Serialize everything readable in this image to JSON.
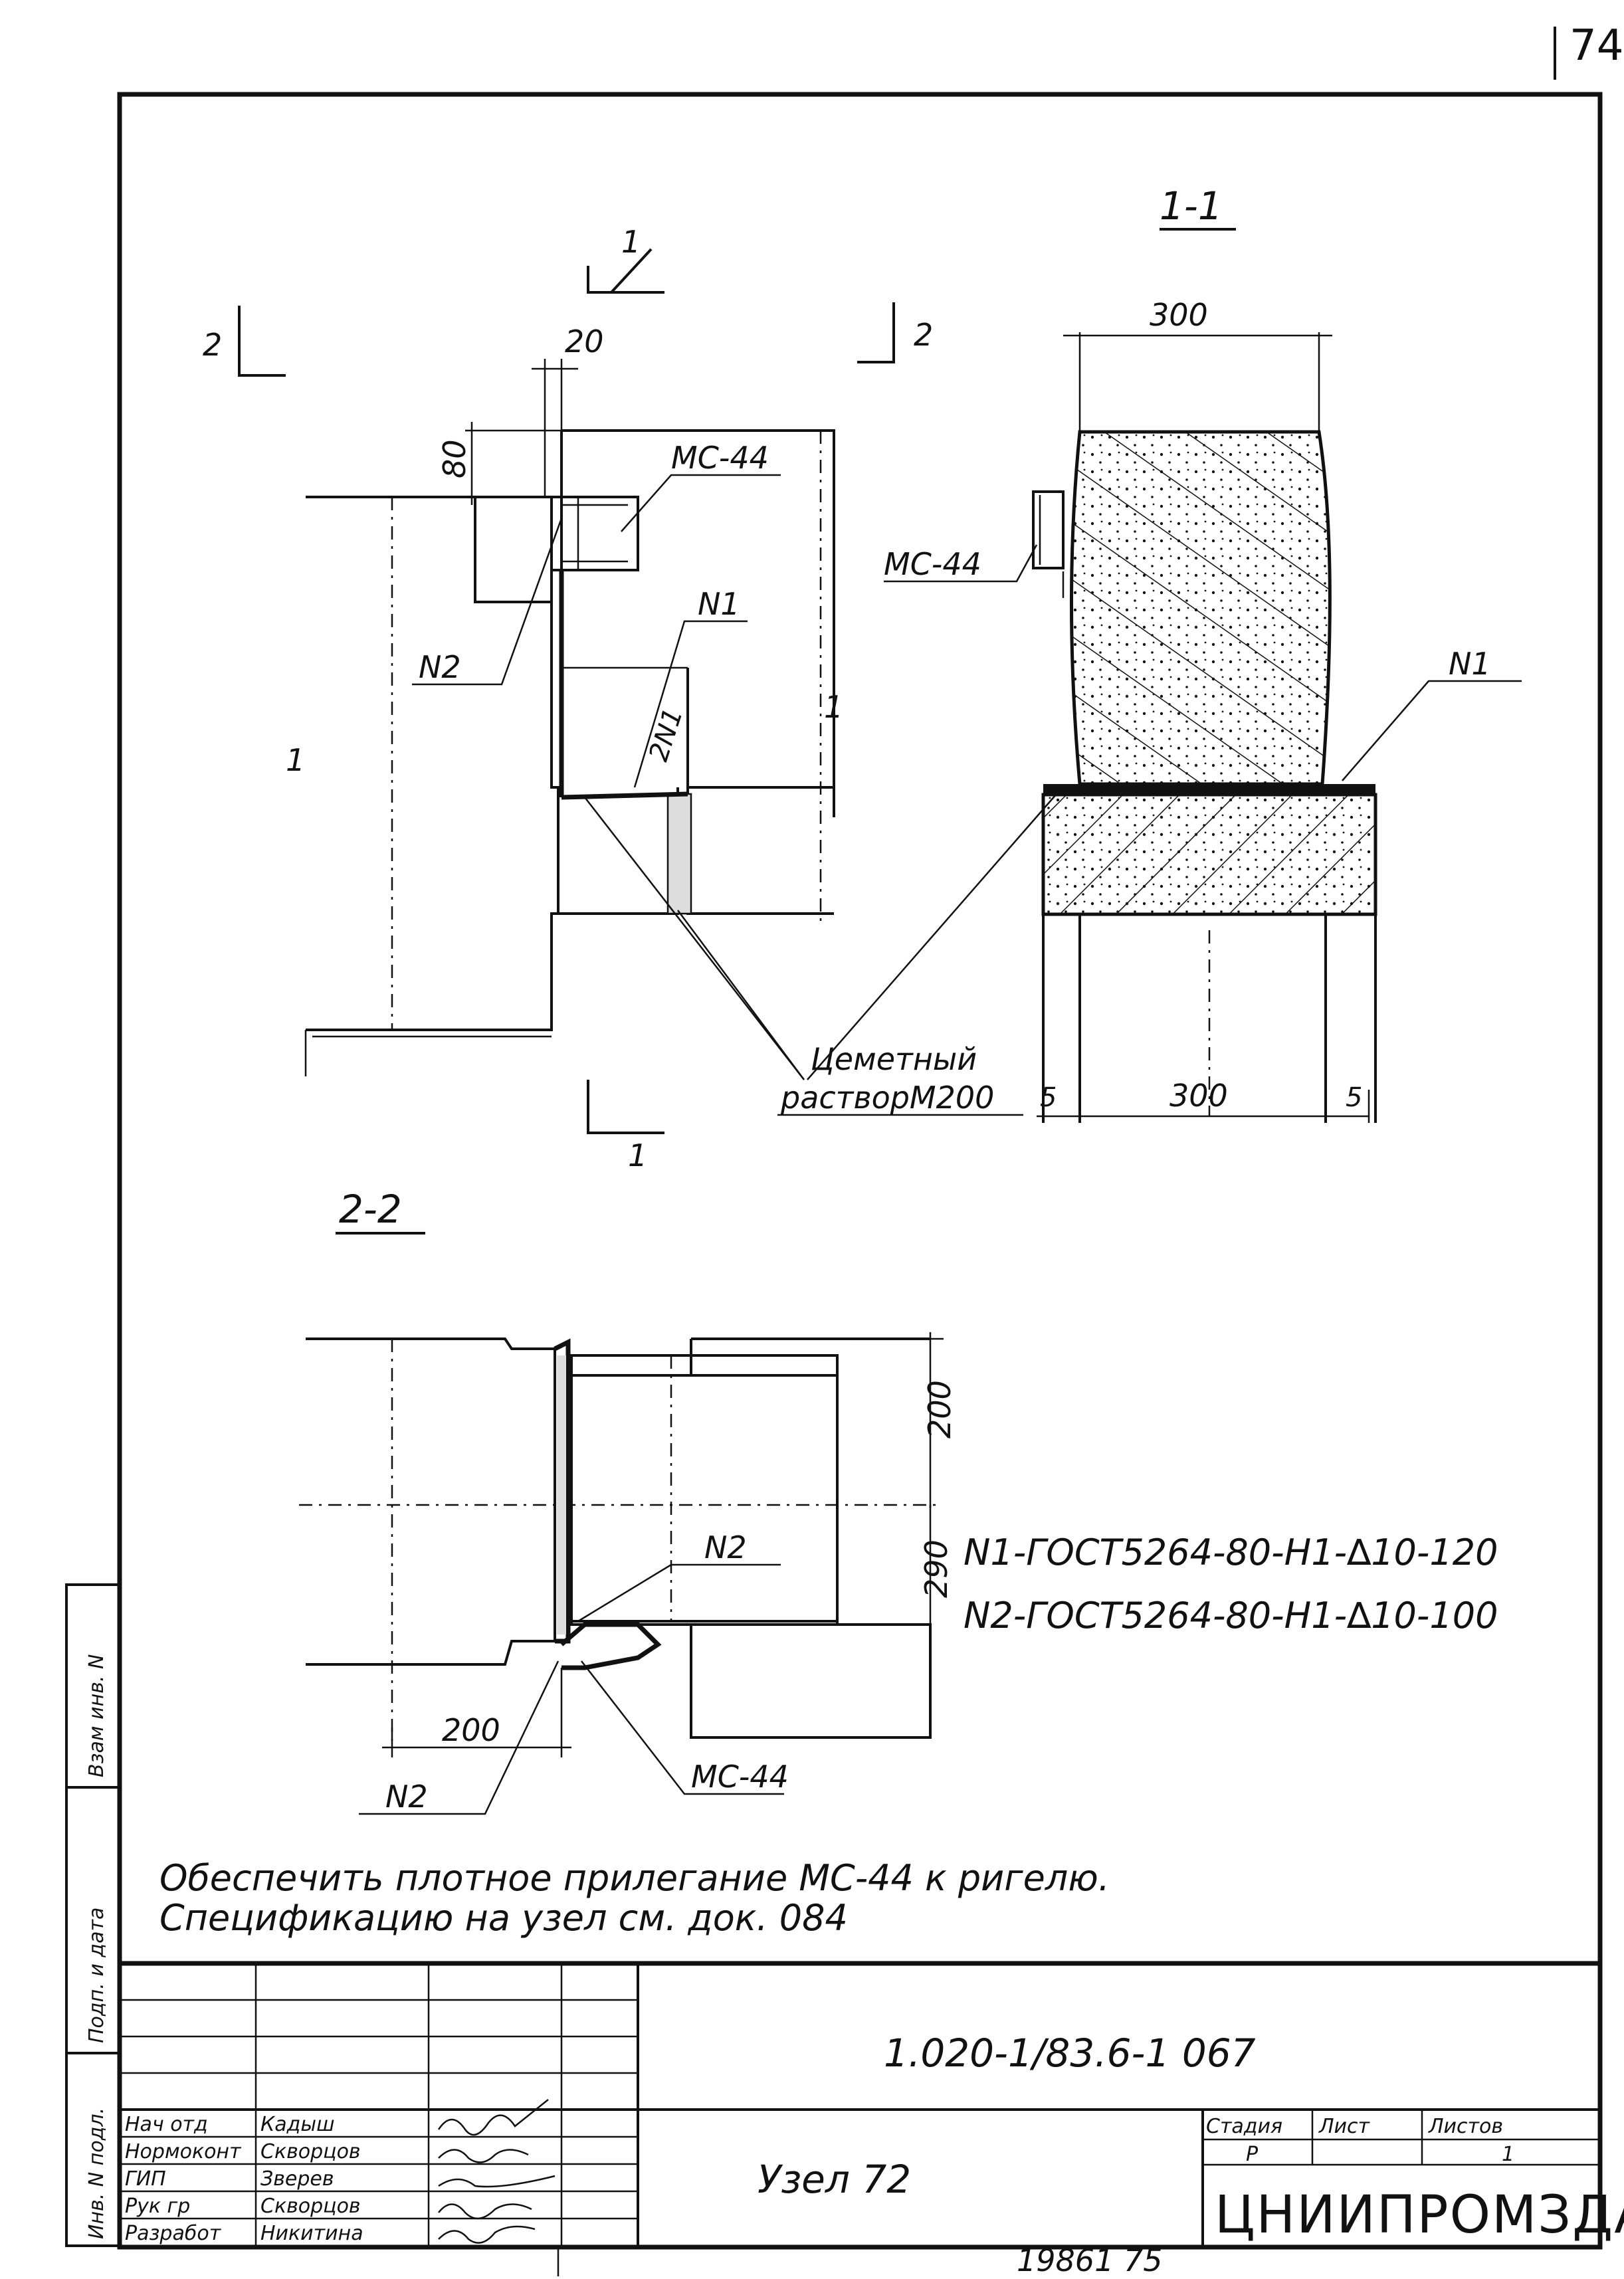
{
  "sheet": {
    "page_number": "74",
    "bottom_code": "19861   75"
  },
  "views": {
    "elevation": {
      "section_mark_1_top": "1",
      "section_mark_1_bottom": "1",
      "section_mark_2_left": "2",
      "section_mark_2_right": "2",
      "dim_20": "20",
      "dim_80": "80",
      "label_mc44": "МС-44",
      "label_n1": "N1",
      "label_n2": "N2",
      "label_2n1": "2N1",
      "axis_mark_1": "1",
      "axis_mark_2": "1"
    },
    "section_1_1": {
      "title": "1-1",
      "dim_top": "300",
      "dim_bottom": "300",
      "dim_left": "5",
      "dim_right": "5",
      "label_mc44": "МС-44",
      "label_n1": "N1",
      "mortar_line1": "Цеметный",
      "mortar_line2": "растворМ200"
    },
    "section_2_2": {
      "title": "2-2",
      "dim_200_vert": "200",
      "dim_290_vert": "290",
      "dim_200_horiz": "200",
      "label_n2_top": "N2",
      "label_n2_bottom": "N2",
      "label_mc44": "МС-44"
    }
  },
  "welds": [
    "N1-ГОСТ5264-80-Н1-∆10-120",
    "N2-ГОСТ5264-80-Н1-∆10-100"
  ],
  "notes": [
    "Обеспечить плотное прилегание МС-44 к ригелю.",
    "Спецификацию на узел см. док. 084"
  ],
  "side_stamp": {
    "cells": [
      "Взам инв. N",
      "Подп. и дата",
      "Инв. N подл."
    ]
  },
  "title_block": {
    "doc_number": "1.020-1/83.6-1 067",
    "name": "Узел 72",
    "organization": "ЦНИИПРОМЗДАНИЙ",
    "stage_label": "Стадия",
    "sheet_label": "Лист",
    "sheets_label": "Листов",
    "stage_value": "Р",
    "sheets_value": "1",
    "roles": [
      {
        "role": "Нач отд",
        "name": "Кадыш"
      },
      {
        "role": "Нормоконт",
        "name": "Скворцов"
      },
      {
        "role": "ГИП",
        "name": "Зверев"
      },
      {
        "role": "Рук гр",
        "name": "Скворцов"
      },
      {
        "role": "Разработ",
        "name": "Никитина"
      }
    ]
  }
}
